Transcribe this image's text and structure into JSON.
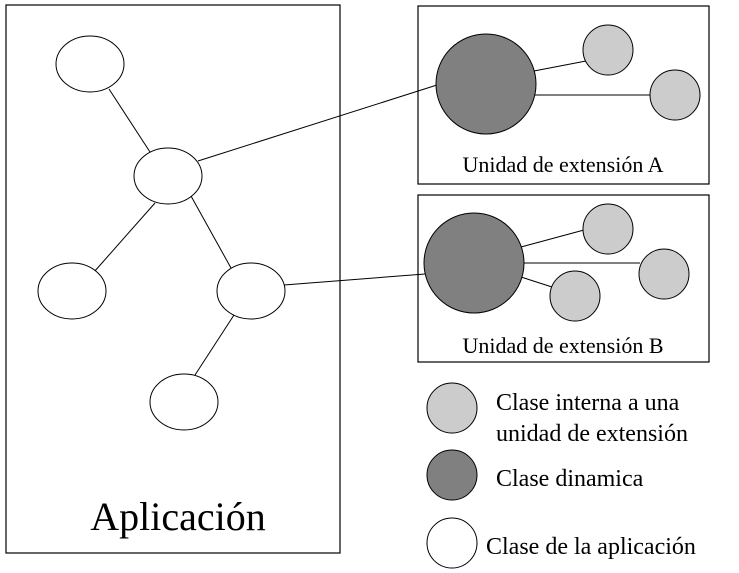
{
  "colors": {
    "app_class": "#ffffff",
    "dynamic_class": "#808080",
    "internal_class": "#cccccc"
  },
  "application": {
    "title": "Aplicación"
  },
  "extension_units": [
    {
      "id": "A",
      "label": "Unidad de extensión A"
    },
    {
      "id": "B",
      "label": "Unidad de extensión B"
    }
  ],
  "legend": {
    "internal_class_line1": "Clase interna a una",
    "internal_class_line2": "unidad de extensión",
    "dynamic_class": "Clase dinamica",
    "app_class": "Clase de la aplicación"
  }
}
